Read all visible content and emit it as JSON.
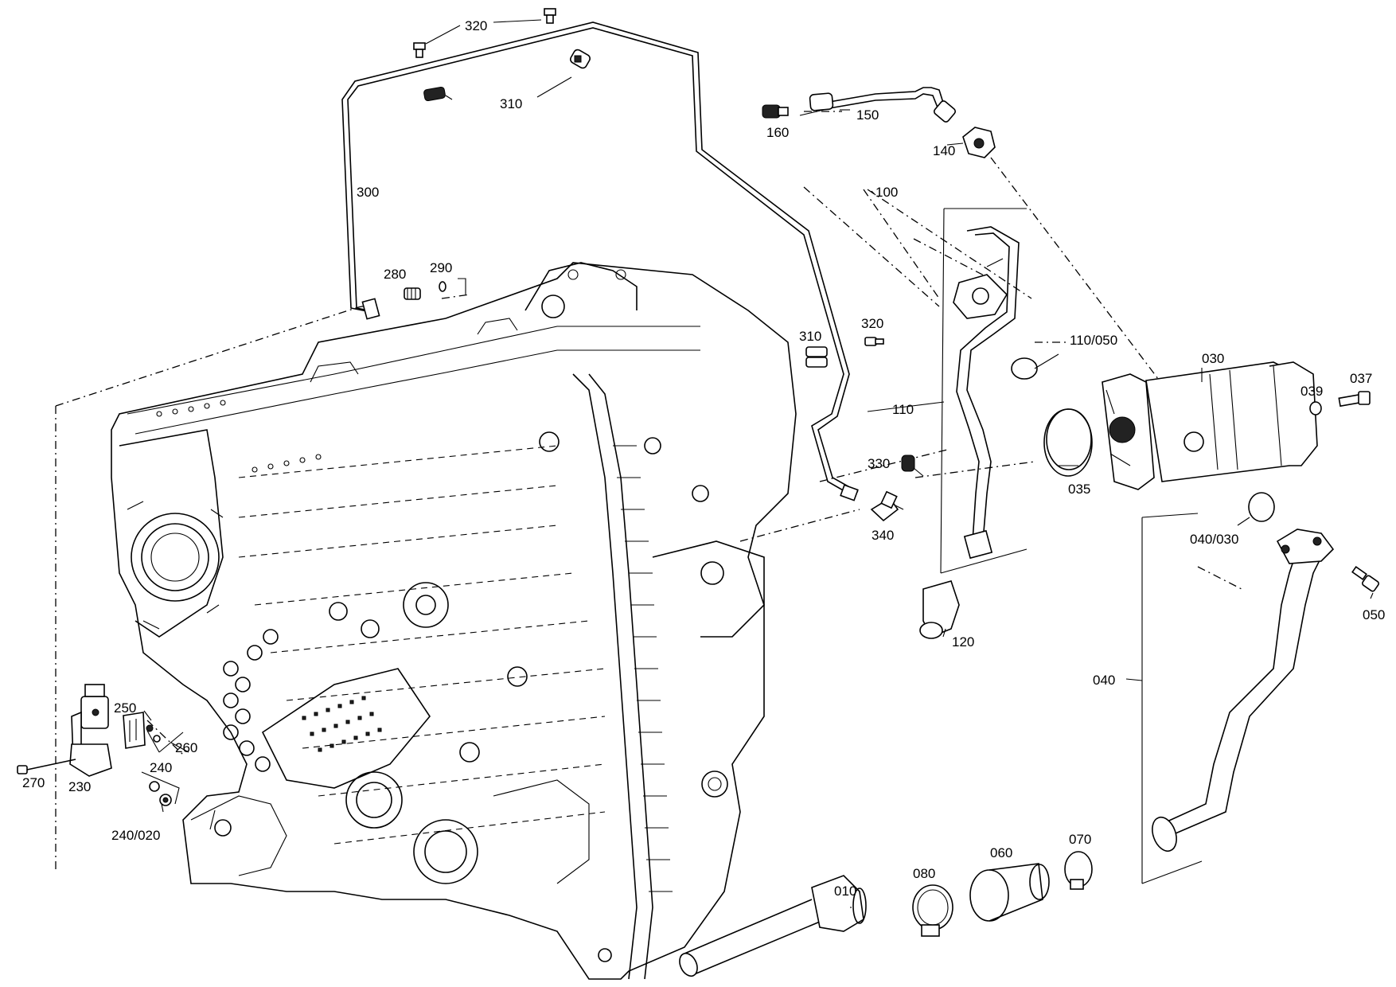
{
  "callouts": {
    "p320_top": "320",
    "p310_top": "310",
    "p300": "300",
    "p280": "280",
    "p290": "290",
    "p160": "160",
    "p150": "150",
    "p140": "140",
    "p100": "100",
    "p320_mid": "320",
    "p310_mid": "310",
    "p110_050": "110/050",
    "p110": "110",
    "p030": "030",
    "p039": "039",
    "p037": "037",
    "p330": "330",
    "p340": "340",
    "p035": "035",
    "p040_030": "040/030",
    "p120": "120",
    "p050": "050",
    "p040": "040",
    "p250": "250",
    "p260": "260",
    "p240": "240",
    "p270": "270",
    "p230": "230",
    "p240_020": "240/020",
    "p010": "010",
    "p080": "080",
    "p060": "060",
    "p070": "070"
  }
}
